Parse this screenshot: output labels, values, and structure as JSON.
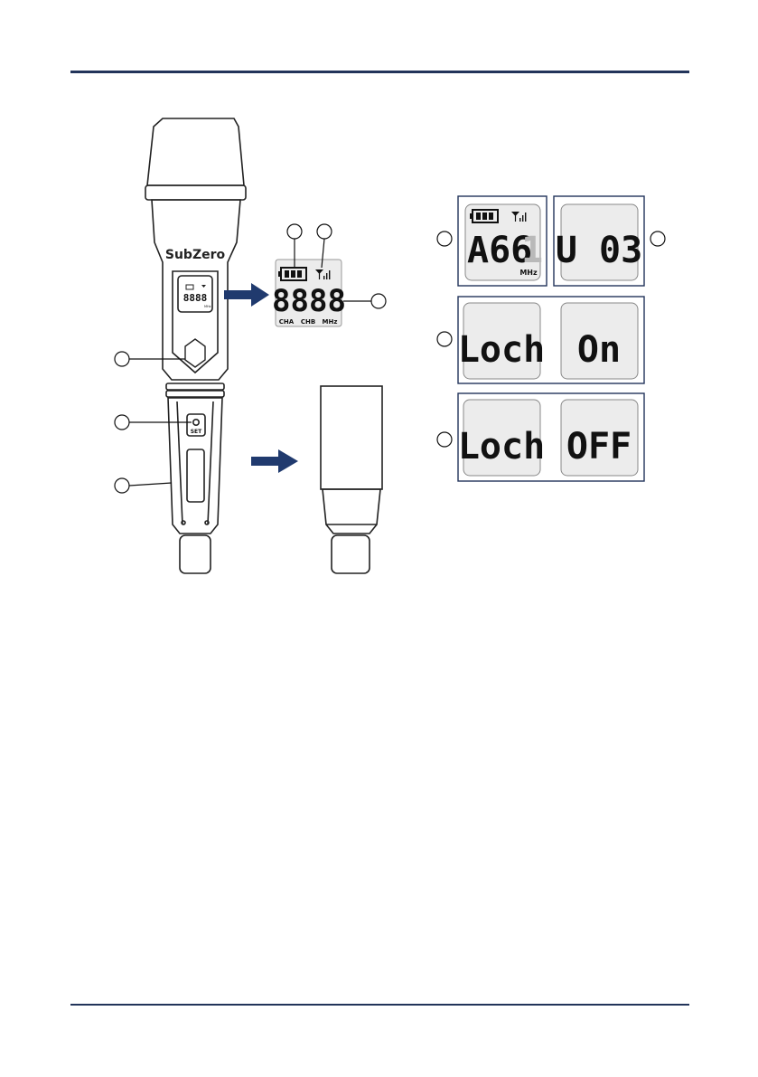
{
  "colors": {
    "rule": "#22345a",
    "accent": "#203a6e",
    "ink": "#111111",
    "ghost": "#b9b9b9",
    "lcd": "#ececec"
  },
  "brand": "SubZero",
  "mic_mini_lcd": {
    "digits": "8888",
    "unit": "MHz"
  },
  "mic_button": {
    "label": "SET"
  },
  "big_lcd": {
    "digits": "8888",
    "labels": [
      "CHA",
      "CHB",
      "MHz"
    ],
    "battery_icon": "battery-icon",
    "signal_icon": "signal-icon"
  },
  "panels": [
    {
      "text": "A66",
      "ghost": "1",
      "unit": "MHz"
    },
    {
      "text": "U 03"
    },
    {
      "left": "Loch",
      "right": "On"
    },
    {
      "left": "Loch",
      "right": "OFF"
    }
  ]
}
